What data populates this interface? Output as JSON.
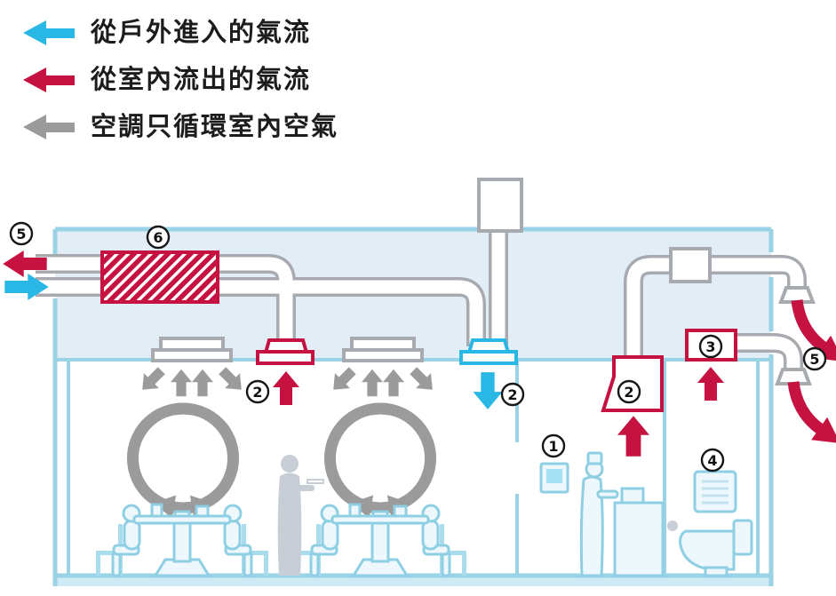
{
  "legend": {
    "items": [
      {
        "id": "inflow",
        "label": "從戶外進入的氣流",
        "color": "#29b7e6"
      },
      {
        "id": "outflow",
        "label": "從室內流出的氣流",
        "color": "#c51240"
      },
      {
        "id": "circulation",
        "label": "空調只循環室內空氣",
        "color": "#9b9b9b"
      }
    ]
  },
  "diagram": {
    "markers": {
      "m5_left": {
        "num": "5"
      },
      "m6_heat_exchanger": {
        "num": "6"
      },
      "m2_dining_exhaust": {
        "num": "2"
      },
      "m2_dining_supply": {
        "num": "2"
      },
      "m1_controller": {
        "num": "1"
      },
      "m2_kitchen_hood": {
        "num": "2"
      },
      "m3_toilet_fan": {
        "num": "3"
      },
      "m4_toilet_panel": {
        "num": "4"
      },
      "m5_right": {
        "num": "5"
      }
    }
  },
  "colors": {
    "c_cyan": "#29b7e6",
    "c_red": "#c51240",
    "c_gray": "#9b9b9b",
    "c_blue": "#9ad3e6",
    "c_duct": "#a7abaf",
    "c_plenum": "#e3edf6",
    "c_floor": "#cdeaf5",
    "c_people": "#8fcfe4",
    "c_waiter": "#c7ced6"
  }
}
